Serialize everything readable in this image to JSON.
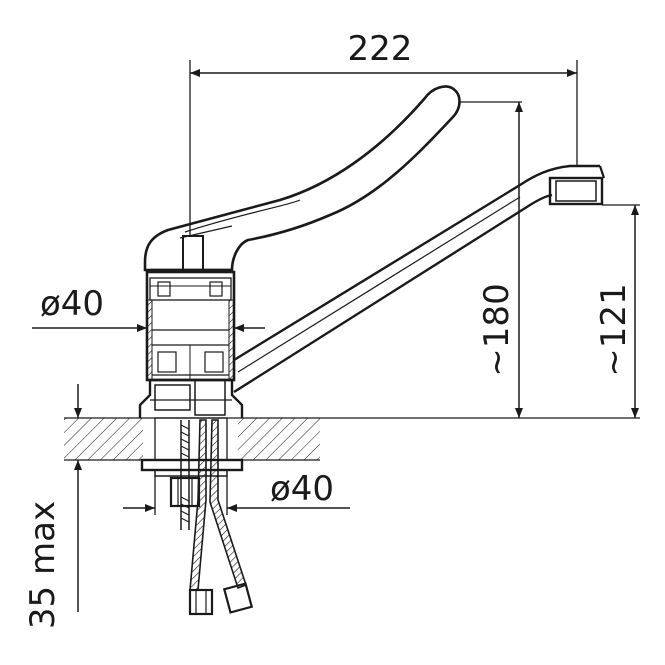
{
  "dimensions": {
    "width_top": "222",
    "height_total": "~180",
    "height_spout": "~121",
    "diameter_body": "ø40",
    "diameter_base": "ø40",
    "max_thickness": "35 max"
  },
  "colors": {
    "ink": "#1a1a1a",
    "background": "#ffffff"
  }
}
